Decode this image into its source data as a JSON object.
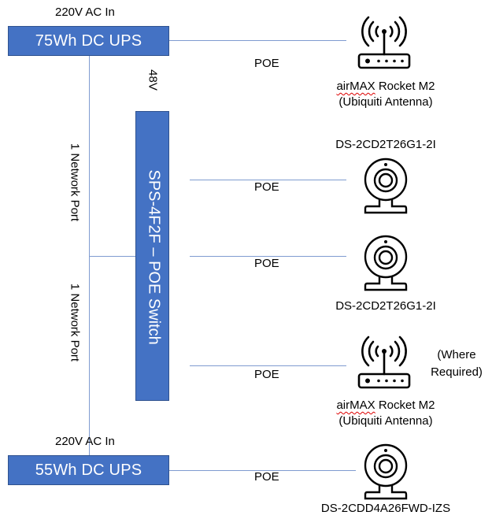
{
  "diagram": {
    "top_ups": {
      "input_label": "220V AC In",
      "name": "75Wh DC UPS"
    },
    "bottom_ups": {
      "input_label": "220V AC In",
      "name": "55Wh DC UPS"
    },
    "switch": {
      "name": "SPS-4F2F – POE Switch",
      "voltage_label": "48V"
    },
    "uplinks": [
      {
        "label": "1 Network Port"
      },
      {
        "label": "1 Network Port"
      }
    ],
    "links": [
      {
        "label": "POE"
      },
      {
        "label": "POE"
      },
      {
        "label": "POE"
      },
      {
        "label": "POE"
      },
      {
        "label": "POE"
      }
    ],
    "devices": [
      {
        "icon": "wifi-router-icon",
        "name_part1": "airMAX",
        "name_part2": " Rocket M2",
        "subtitle": "(Ubiquiti Antenna)"
      },
      {
        "icon": "webcam-icon",
        "name": "DS-2CD2T26G1-2I"
      },
      {
        "icon": "webcam-icon",
        "name": "DS-2CD2T26G1-2I"
      },
      {
        "icon": "wifi-router-icon",
        "name_part1": "airMAX",
        "name_part2": " Rocket M2",
        "subtitle": "(Ubiquiti Antenna)",
        "note_line1": "(Where",
        "note_line2": "Required)"
      },
      {
        "icon": "webcam-icon",
        "name": "DS-2CDD4A26FWD-IZS"
      }
    ],
    "colors": {
      "box_fill": "#4472c4",
      "box_border": "#2f528f",
      "connector": "#7f9bd0"
    }
  }
}
